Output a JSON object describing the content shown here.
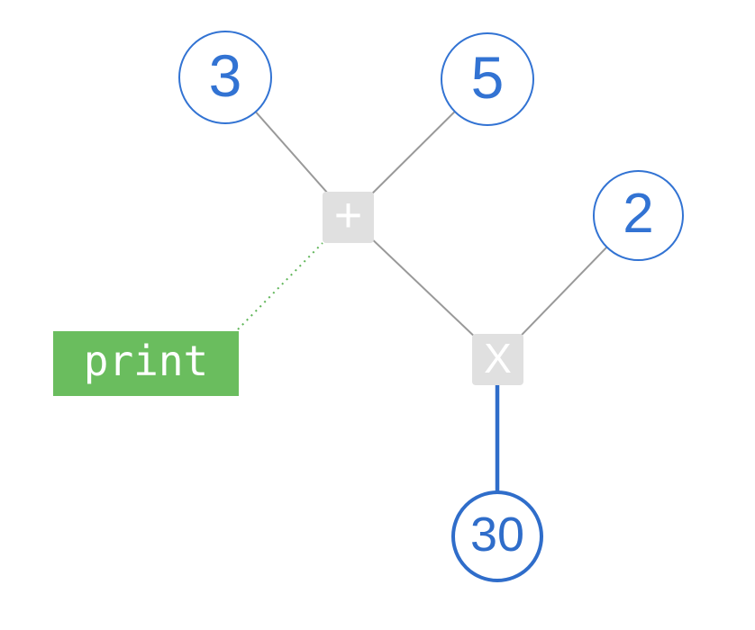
{
  "diagram": {
    "title": "expression-tree",
    "description": "Dataflow/expression tree: (3 + 5) X 2 = 30, with result of + sent to print"
  },
  "colors": {
    "node_blue": "#3273d3",
    "result_blue": "#2f6dca",
    "edge_gray": "#999999",
    "operator_bg": "#e0e0e0",
    "operator_text": "#ffffff",
    "print_bg": "#6abd5e",
    "print_text": "#ffffff",
    "dotted_green": "#5fb558",
    "canvas_bg": "#ffffff"
  },
  "nodes": {
    "value3": {
      "label": "3",
      "type": "value-circle"
    },
    "value5": {
      "label": "5",
      "type": "value-circle"
    },
    "value2": {
      "label": "2",
      "type": "value-circle"
    },
    "result30": {
      "label": "30",
      "type": "result-circle"
    },
    "plus": {
      "label": "+",
      "type": "operator-square"
    },
    "multiply": {
      "label": "X",
      "type": "operator-square"
    },
    "print": {
      "label": "print",
      "type": "statement-block"
    }
  },
  "edges": [
    {
      "from": "value3",
      "to": "plus",
      "style": "solid-gray"
    },
    {
      "from": "value5",
      "to": "plus",
      "style": "solid-gray"
    },
    {
      "from": "plus",
      "to": "multiply",
      "style": "solid-gray"
    },
    {
      "from": "value2",
      "to": "multiply",
      "style": "solid-gray"
    },
    {
      "from": "multiply",
      "to": "result30",
      "style": "solid-blue-thick"
    },
    {
      "from": "print",
      "to": "plus",
      "style": "dotted-green"
    }
  ]
}
